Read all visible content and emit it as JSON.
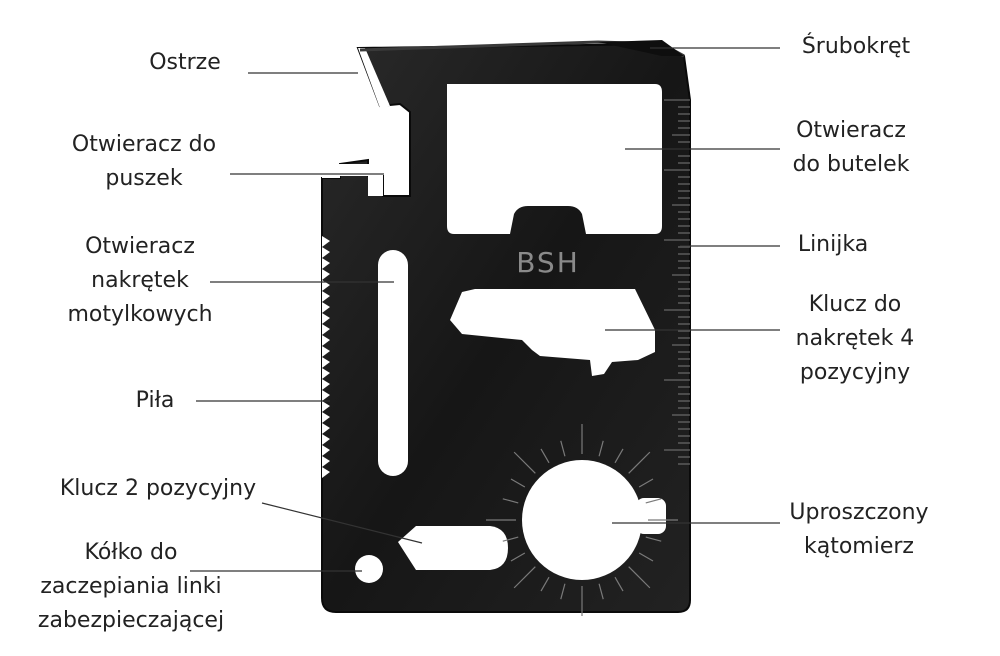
{
  "colors": {
    "card": "#1a1a1a",
    "card_edge": "#0a0a0a",
    "engraving": "#7a7a7a",
    "leader": "#333333",
    "text": "#222222",
    "background": "#ffffff"
  },
  "card": {
    "logo_text": "BSH"
  },
  "labels": {
    "ostrze": "Ostrze",
    "otwieracz_puszek": "Otwieracz do\npuszek",
    "otwieracz_nakretek": "Otwieracz\nnakrętek\nmotylkowych",
    "pila": "Piła",
    "klucz_2": "Klucz 2 pozycyjny",
    "kolko": "Kółko do\nzaczepiania linki\nzabezpieczającej",
    "srubokret": "Śrubokręt",
    "otwieracz_butelek": "Otwieracz\ndo butelek",
    "linijka": "Linijka",
    "klucz_4": "Klucz do\nnakrętek 4\npozycyjny",
    "katomierz": "Uproszczony\nkątomierz"
  }
}
